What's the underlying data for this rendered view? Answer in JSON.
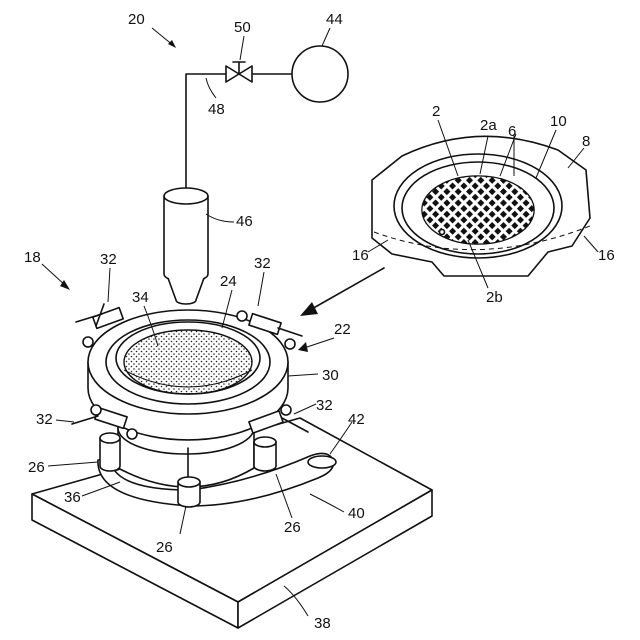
{
  "labels": {
    "l20": "20",
    "l50": "50",
    "l44": "44",
    "l48": "48",
    "l46": "46",
    "l2": "2",
    "l2a": "2a",
    "l6": "6",
    "l10": "10",
    "l8": "8",
    "l16a": "16",
    "l16b": "16",
    "l2b": "2b",
    "l18": "18",
    "l32a": "32",
    "l32b": "32",
    "l34": "34",
    "l24": "24",
    "l22": "22",
    "l30": "30",
    "l32c": "32",
    "l32d": "32",
    "l42": "42",
    "l26a": "26",
    "l36": "36",
    "l26b": "26",
    "l26c": "26",
    "l40": "40",
    "l38": "38"
  }
}
